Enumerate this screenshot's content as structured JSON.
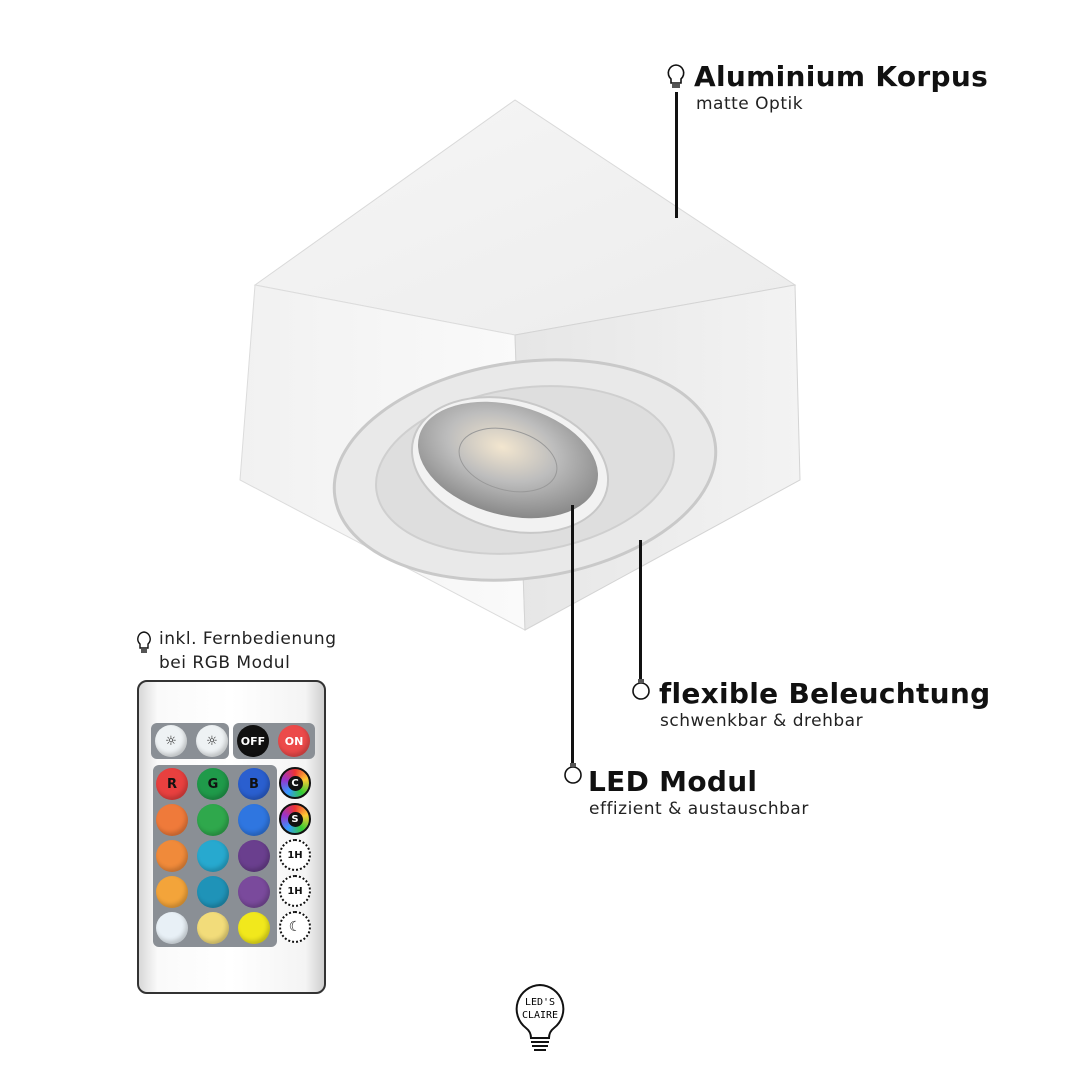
{
  "callouts": {
    "body": {
      "title": "Aluminium Korpus",
      "subtitle": "matte Optik"
    },
    "flex": {
      "title": "flexible Beleuchtung",
      "subtitle": "schwenkbar & drehbar"
    },
    "led": {
      "title": "LED Modul",
      "subtitle": "effizient & austauschbar"
    },
    "remote": {
      "line1": "inkl. Fernbedienung",
      "line2": "bei RGB Modul"
    }
  },
  "remote": {
    "off_label": "OFF",
    "on_label": "ON",
    "r_label": "R",
    "g_label": "G",
    "b_label": "B",
    "c_label": "C",
    "s_label": "S",
    "timer_label": "1H",
    "colors": [
      [
        "#e8403f",
        "#1f9a4a",
        "#2a5fcf"
      ],
      [
        "#ef7a3a",
        "#2fa84c",
        "#2f76e0"
      ],
      [
        "#f08a3a",
        "#27a9cf",
        "#6a3f8e"
      ],
      [
        "#f3a43a",
        "#1f93b8",
        "#7a4a9c"
      ],
      [
        "#e8f0f6",
        "#f2dc7a",
        "#f1e81c"
      ]
    ]
  },
  "logo": {
    "text": "LED'S CLAIRE"
  }
}
